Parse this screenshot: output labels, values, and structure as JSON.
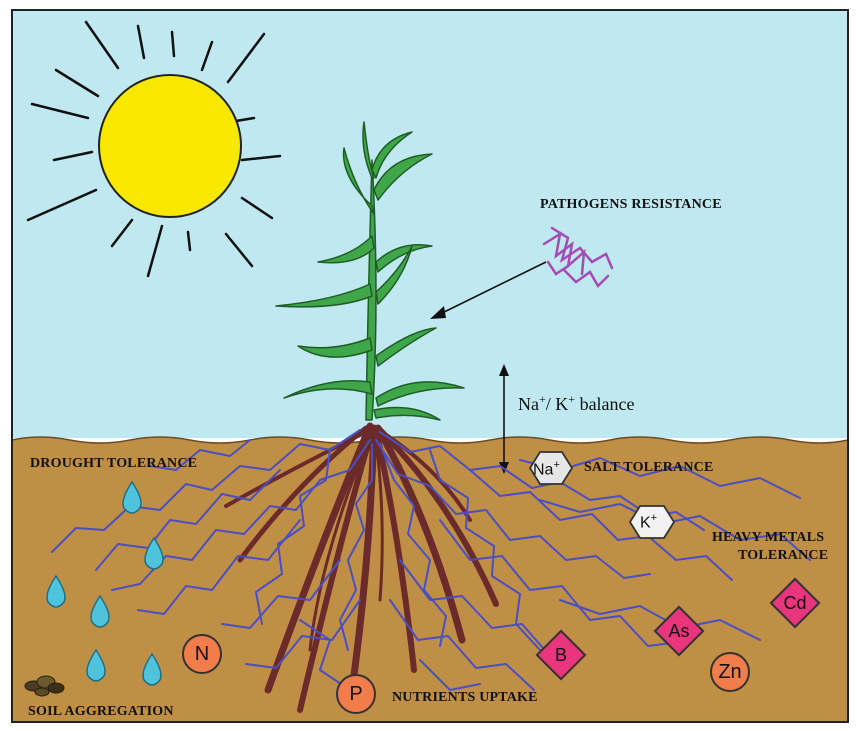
{
  "labels": {
    "pathogens": "PATHOGENS RESISTANCE",
    "drought": "DROUGHT TOLERANCE",
    "salt": "SALT TOLERANCE",
    "heavy_metals_line1": "HEAVY METALS",
    "heavy_metals_line2": "TOLERANCE",
    "nutrients": "NUTRIENTS UPTAKE",
    "soil": "SOIL AGGREGATION",
    "balance": {
      "na": "Na",
      "plus1": "+",
      "slash": "/ K",
      "plus2": "+",
      "rest": " balance"
    }
  },
  "ions": {
    "na": {
      "symbol": "Na",
      "charge": "+"
    },
    "k": {
      "symbol": "K",
      "charge": "+"
    }
  },
  "nutrients": {
    "n": "N",
    "p": "P"
  },
  "metals": {
    "b": "B",
    "as": "As",
    "cd": "Cd",
    "zn": "Zn"
  },
  "colors": {
    "sky": "#bfe8f0",
    "soil": "#bf8f45",
    "sun": "#f8e800",
    "plant": "#3fa64a",
    "roots": "#6b2b2b",
    "hyphae": "#4b4fc2",
    "water": "#4fc2dc",
    "pathogen": "#a64bb6",
    "nutrient": "#f27d4b",
    "metal": "#e8357c",
    "ion": "#e6e6e6"
  },
  "icons": [
    "sun-icon",
    "plant-icon",
    "pathogen-icon",
    "water-drop-icon",
    "soil-particle-icon",
    "hexagon-icon"
  ]
}
